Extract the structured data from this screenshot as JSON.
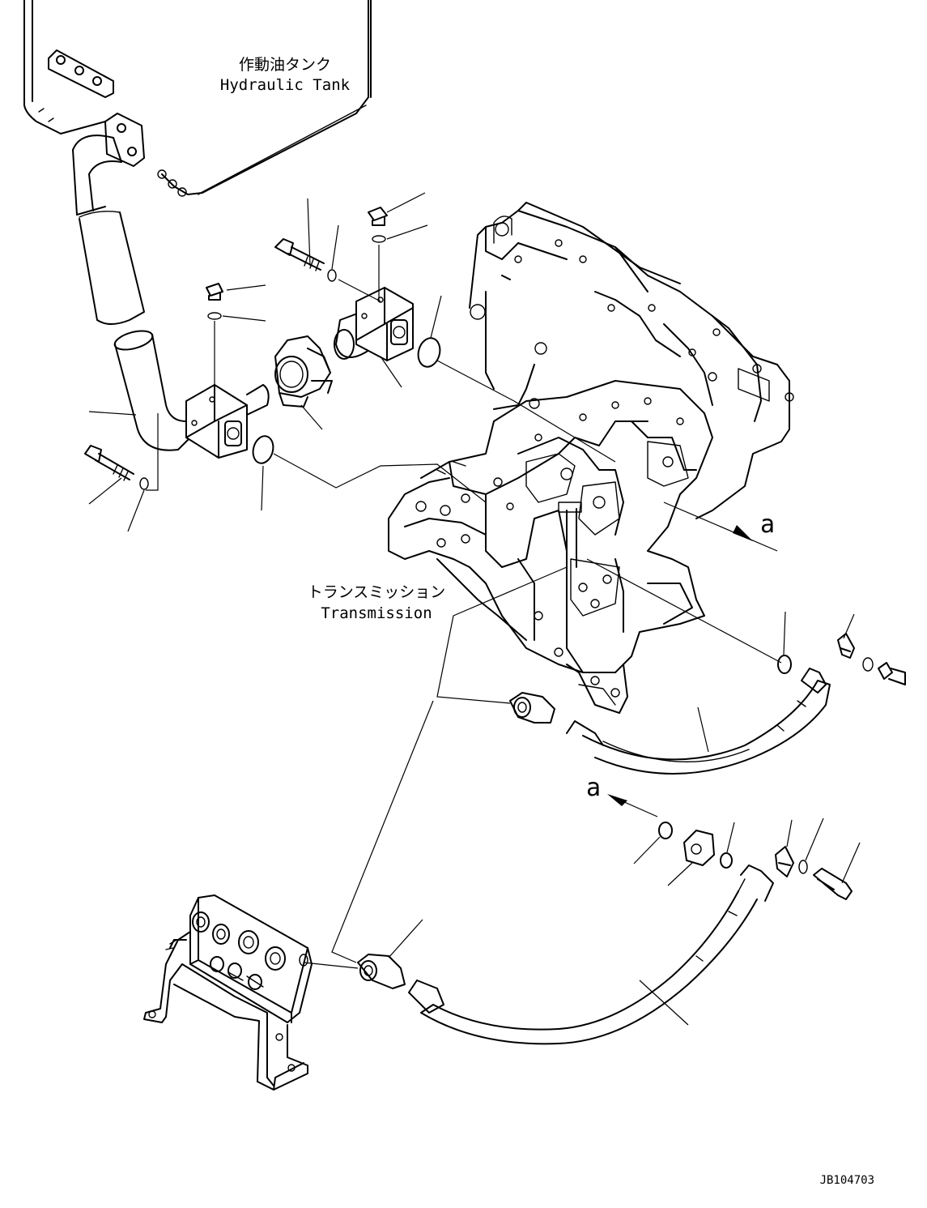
{
  "labels": {
    "tank_jp": "作動油タンク",
    "tank_en": "Hydraulic Tank",
    "transmission_jp": "トランスミッション",
    "transmission_en": "Transmission",
    "view_a_upper": "a",
    "view_a_lower": "a",
    "drawing_number": "JB104703"
  }
}
